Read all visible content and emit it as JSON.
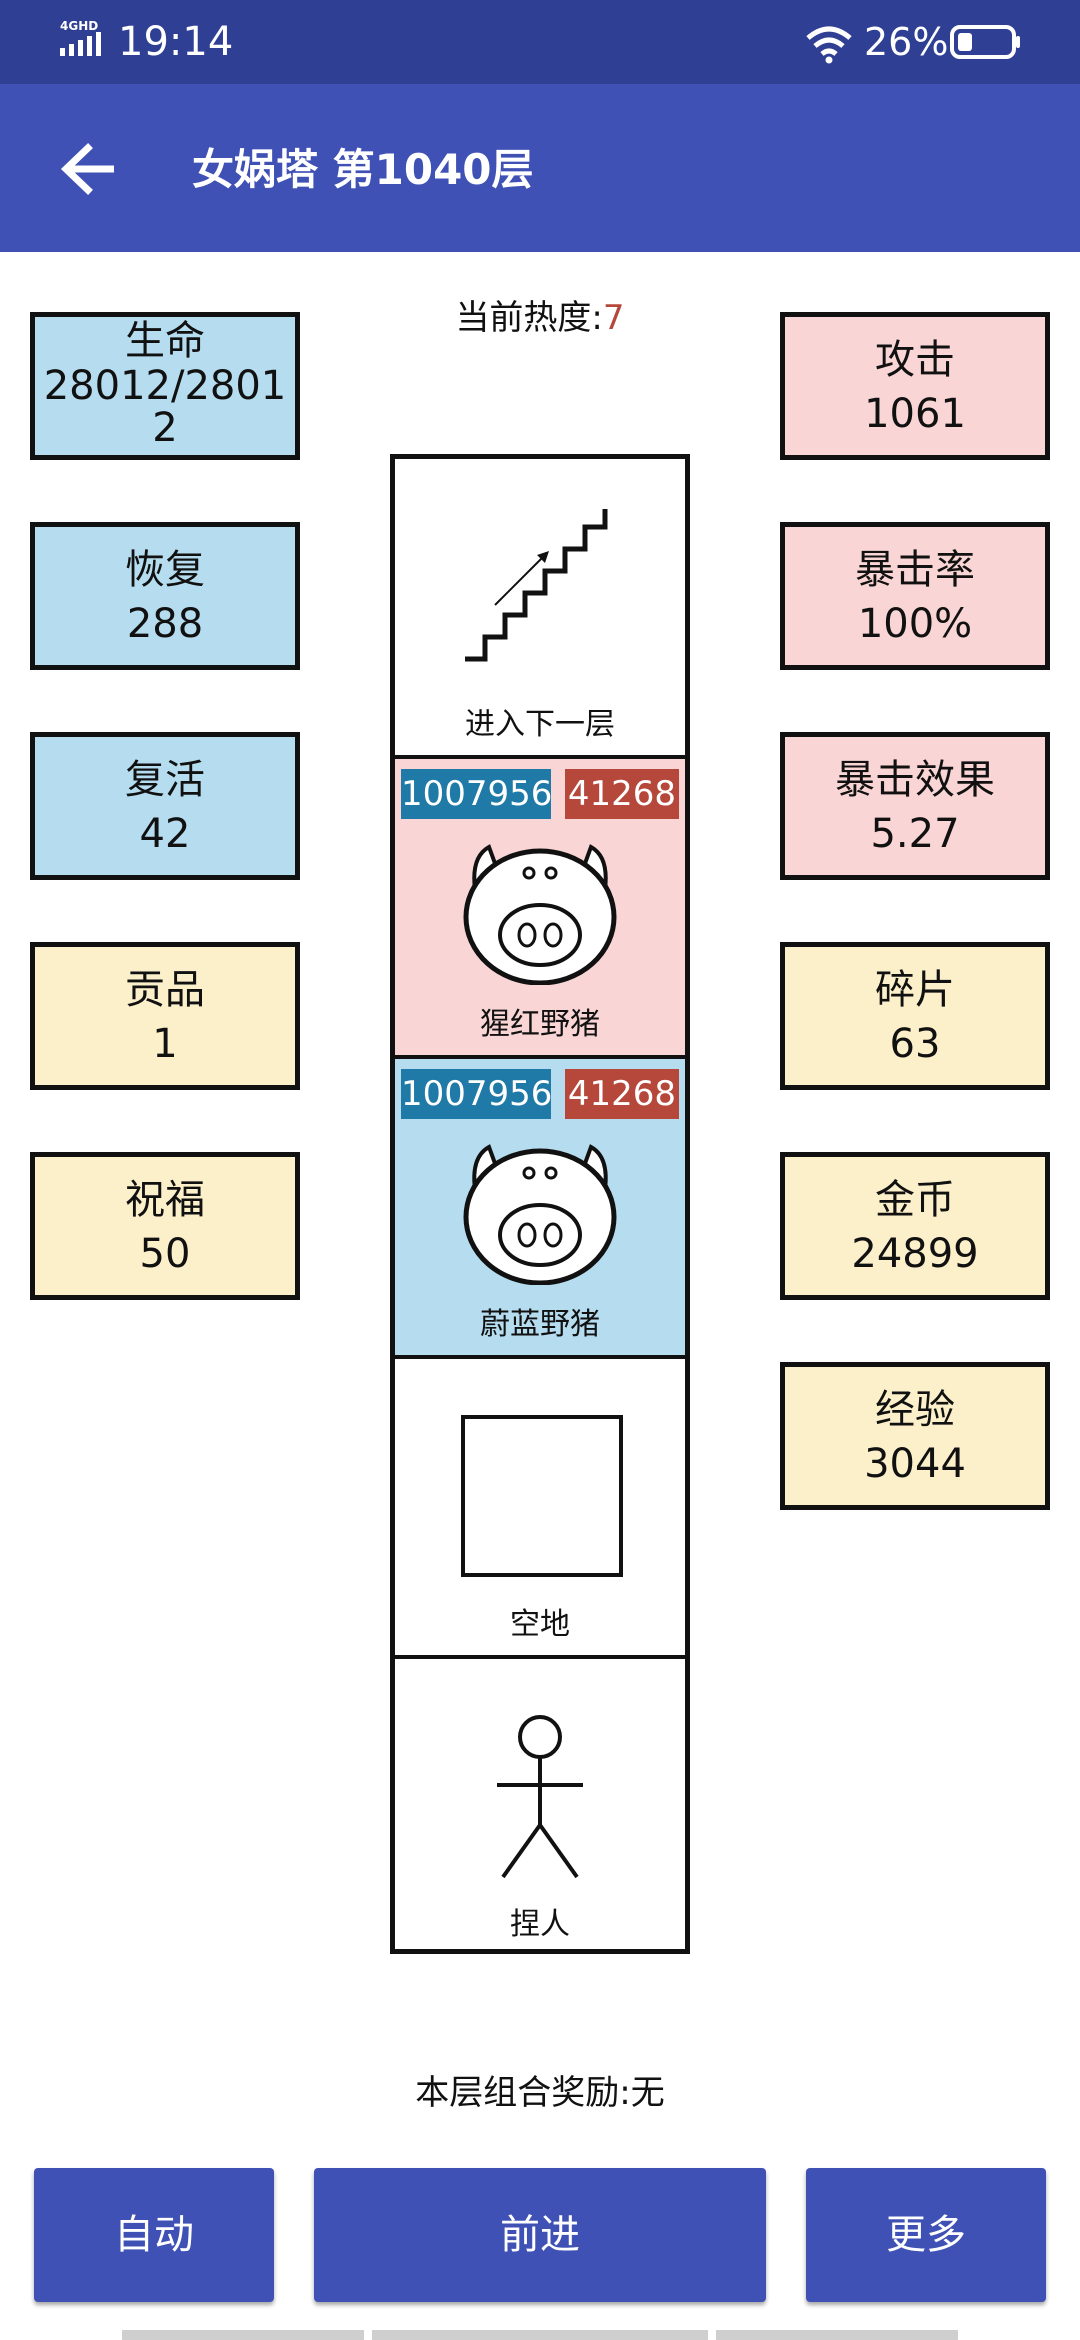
{
  "status_bar": {
    "network": "4GHD",
    "time": "19:14",
    "battery": "26%"
  },
  "header": {
    "title": "女娲塔 第1040层"
  },
  "heat": {
    "label": "当前热度:",
    "value": "7"
  },
  "left_stats": [
    {
      "label": "生命",
      "value": "28012/28012"
    },
    {
      "label": "恢复",
      "value": "288"
    },
    {
      "label": "复活",
      "value": "42"
    },
    {
      "label": "贡品",
      "value": "1"
    },
    {
      "label": "祝福",
      "value": "50"
    }
  ],
  "right_stats": [
    {
      "label": "攻击",
      "value": "1061"
    },
    {
      "label": "暴击率",
      "value": "100%"
    },
    {
      "label": "暴击效果",
      "value": "5.27"
    },
    {
      "label": "碎片",
      "value": "63"
    },
    {
      "label": "金币",
      "value": "24899"
    },
    {
      "label": "经验",
      "value": "3044"
    }
  ],
  "tower": [
    {
      "name": "进入下一层",
      "icon": "stairs-icon"
    },
    {
      "name": "猩红野猪",
      "icon": "pig-icon",
      "hp": "1007956",
      "attack": "41268",
      "color": "#f9d6d5"
    },
    {
      "name": "蔚蓝野猪",
      "icon": "pig-icon",
      "hp": "1007956",
      "attack": "41268",
      "color": "#b6ddef"
    },
    {
      "name": "空地",
      "icon": "empty-square-icon"
    },
    {
      "name": "捏人",
      "icon": "stickman-icon"
    }
  ],
  "reward": {
    "label": "本层组合奖励:",
    "value": "无"
  },
  "buttons": {
    "auto": "自动",
    "forward": "前进",
    "more": "更多"
  },
  "colors": {
    "accent": "#3f51b5",
    "status_bar": "#2f3f94",
    "hp_badge": "#1f7aa7",
    "attack_badge": "#b5483a",
    "heat_value": "#b5483a"
  }
}
